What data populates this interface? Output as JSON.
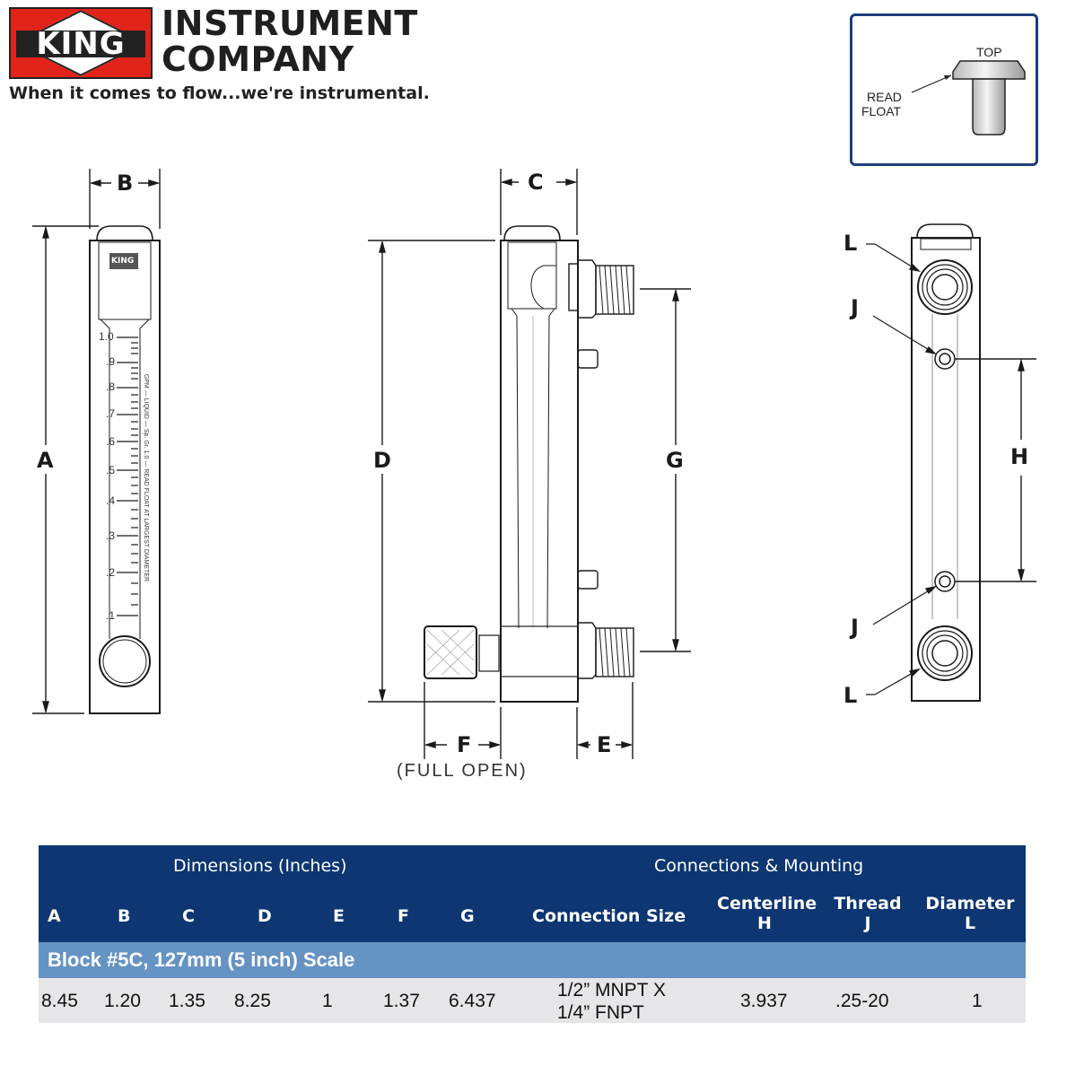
{
  "logo": {
    "badge": "KING",
    "line1": "INSTRUMENT",
    "line2": "COMPANY",
    "tagline": "When it comes to flow...we're instrumental.",
    "colors": {
      "red": "#e2231a",
      "dark": "#1f1f1f"
    }
  },
  "inset": {
    "top_label": "TOP",
    "read_label_1": "READ",
    "read_label_2": "FLOAT",
    "border_color": "#1d3f7a"
  },
  "front_view": {
    "dim_width": "B",
    "dim_height": "A",
    "scale_labels": [
      "1.0",
      ".9",
      ".8",
      ".7",
      ".6",
      ".5",
      ".4",
      ".3",
      ".2",
      ".1"
    ],
    "scale_note": "GPM — LIQUID — Sp. Gr. 1.0 — READ FLOAT AT LARGEST DIAMETER",
    "badge_text": "KING"
  },
  "side_view": {
    "dim_width": "C",
    "dim_height": "D",
    "dim_ports": "G",
    "dim_valve": "F",
    "dim_fitting": "E",
    "valve_note": "(FULL OPEN)"
  },
  "back_view": {
    "label_port_top": "L",
    "label_hole_top": "J",
    "dim_centerline": "H",
    "label_hole_bottom": "J",
    "label_port_bottom": "L"
  },
  "table": {
    "group_dimensions": "Dimensions (Inches)",
    "group_connections": "Connections & Mounting",
    "columns": [
      {
        "line1": "A"
      },
      {
        "line1": "B"
      },
      {
        "line1": "C"
      },
      {
        "line1": "D"
      },
      {
        "line1": "E"
      },
      {
        "line1": "F"
      },
      {
        "line1": "G"
      },
      {
        "line1": "Connection Size"
      },
      {
        "line1": "Centerline",
        "line2": "H"
      },
      {
        "line1": "Thread",
        "line2": "J"
      },
      {
        "line1": "Diameter",
        "line2": "L"
      }
    ],
    "section_title": "Block #5C, 127mm (5 inch) Scale",
    "rows": [
      {
        "A": "8.45",
        "B": "1.20",
        "C": "1.35",
        "D": "8.25",
        "E": "1",
        "F": "1.37",
        "G": "6.437",
        "connection_line1": "1/2” MNPT X",
        "connection_line2": "1/4” FNPT",
        "H": "3.937",
        "J": ".25-20",
        "L": "1"
      }
    ],
    "colors": {
      "header": "#0d3672",
      "section": "#6593c3",
      "row": "#e6e6e9"
    }
  }
}
